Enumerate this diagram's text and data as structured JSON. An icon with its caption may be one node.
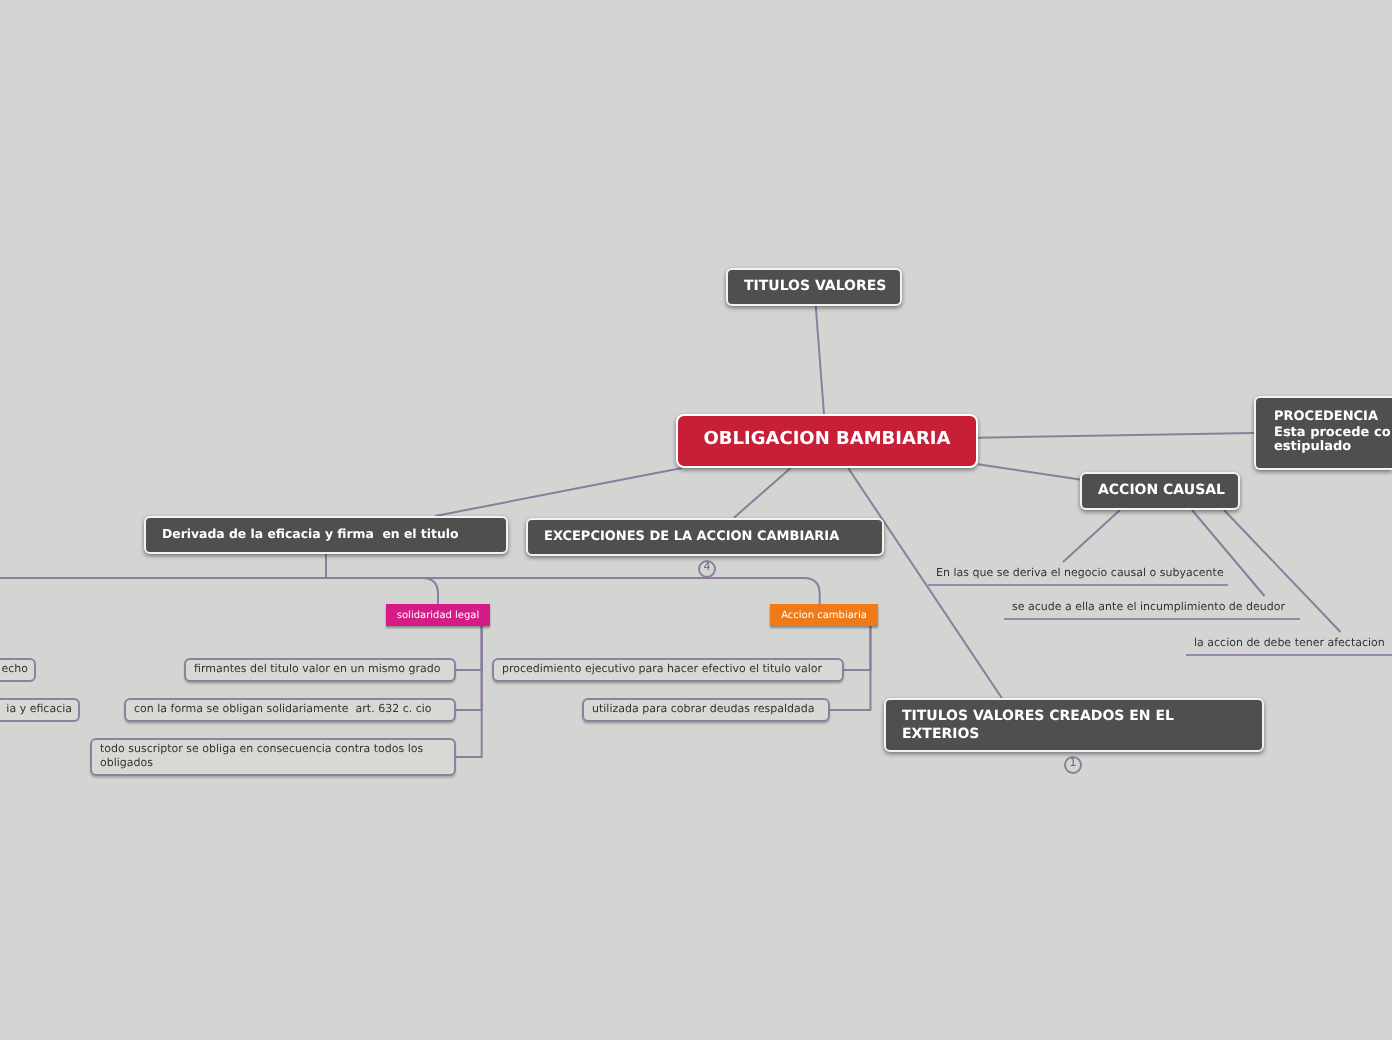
{
  "diagram": {
    "nodes": [
      {
        "text": [
          "OBLIGACION BAMBIARIA"
        ]
      },
      {
        "text": [
          "TITULOS VALORES"
        ]
      },
      {
        "text": [
          "PROCEDENCIA Esta procede co estipulado"
        ]
      },
      {
        "text": [
          "ACCION CAUSAL"
        ]
      },
      {
        "text": [
          "Derivada de la eficacia y firma  en el titulo"
        ]
      },
      {
        "text": [
          "EXCEPCIONES DE LA ACCION CAMBIARIA"
        ],
        "beside": [
          "4"
        ]
      },
      {
        "text": [
          "TITULOS VALORES CREADOS EN EL EXTERIOS"
        ],
        "beside": [
          "1"
        ]
      },
      {
        "text": [
          "solidaridad legal"
        ]
      },
      {
        "text": [
          "Accion cambiaria"
        ]
      },
      {
        "text": [
          "firmantes del titulo valor en un mismo grado"
        ]
      },
      {
        "text": [
          "con la forma se obligan solidariamente  art. 632 c. cio"
        ]
      },
      {
        "text": [
          "todo suscriptor se obliga en consecuencia contra todos los obligados"
        ]
      },
      {
        "text": [
          "procedimiento ejecutivo para hacer efectivo el titulo valor"
        ]
      },
      {
        "text": [
          "utilizada para cobrar deudas respaldada"
        ]
      },
      {
        "text": [
          "En las que se deriva el negocio causal o subyacente"
        ]
      },
      {
        "text": [
          "se acude a ella ante el incumplimiento de deudor"
        ]
      },
      {
        "text": [
          "la accion de debe tener afectacion"
        ]
      },
      {
        "text": [
          "echo"
        ]
      },
      {
        "text": [
          "ia y eficacia"
        ]
      }
    ],
    "edges": [
      {
        "from": 0,
        "to": 1,
        "arrow": "none"
      },
      {
        "from": 0,
        "to": 2,
        "arrow": "none"
      },
      {
        "from": 0,
        "to": 3,
        "arrow": "none"
      },
      {
        "from": 0,
        "to": 4,
        "arrow": "none"
      },
      {
        "from": 0,
        "to": 5,
        "arrow": "none"
      },
      {
        "from": 0,
        "to": 6,
        "arrow": "none"
      },
      {
        "from": 4,
        "to": 7,
        "arrow": "none"
      },
      {
        "from": 4,
        "to": 8,
        "arrow": "none"
      },
      {
        "from": 4,
        "to": null,
        "arrow": "none"
      },
      {
        "from": 7,
        "to": 9,
        "arrow": "none"
      },
      {
        "from": 7,
        "to": 10,
        "arrow": "none"
      },
      {
        "from": 7,
        "to": 11,
        "arrow": "none"
      },
      {
        "from": 8,
        "to": 12,
        "arrow": "none"
      },
      {
        "from": 8,
        "to": 13,
        "arrow": "none"
      },
      {
        "from": 3,
        "to": 14,
        "arrow": "none"
      },
      {
        "from": 3,
        "to": 15,
        "arrow": "none"
      },
      {
        "from": 3,
        "to": 16,
        "arrow": "none"
      }
    ]
  }
}
